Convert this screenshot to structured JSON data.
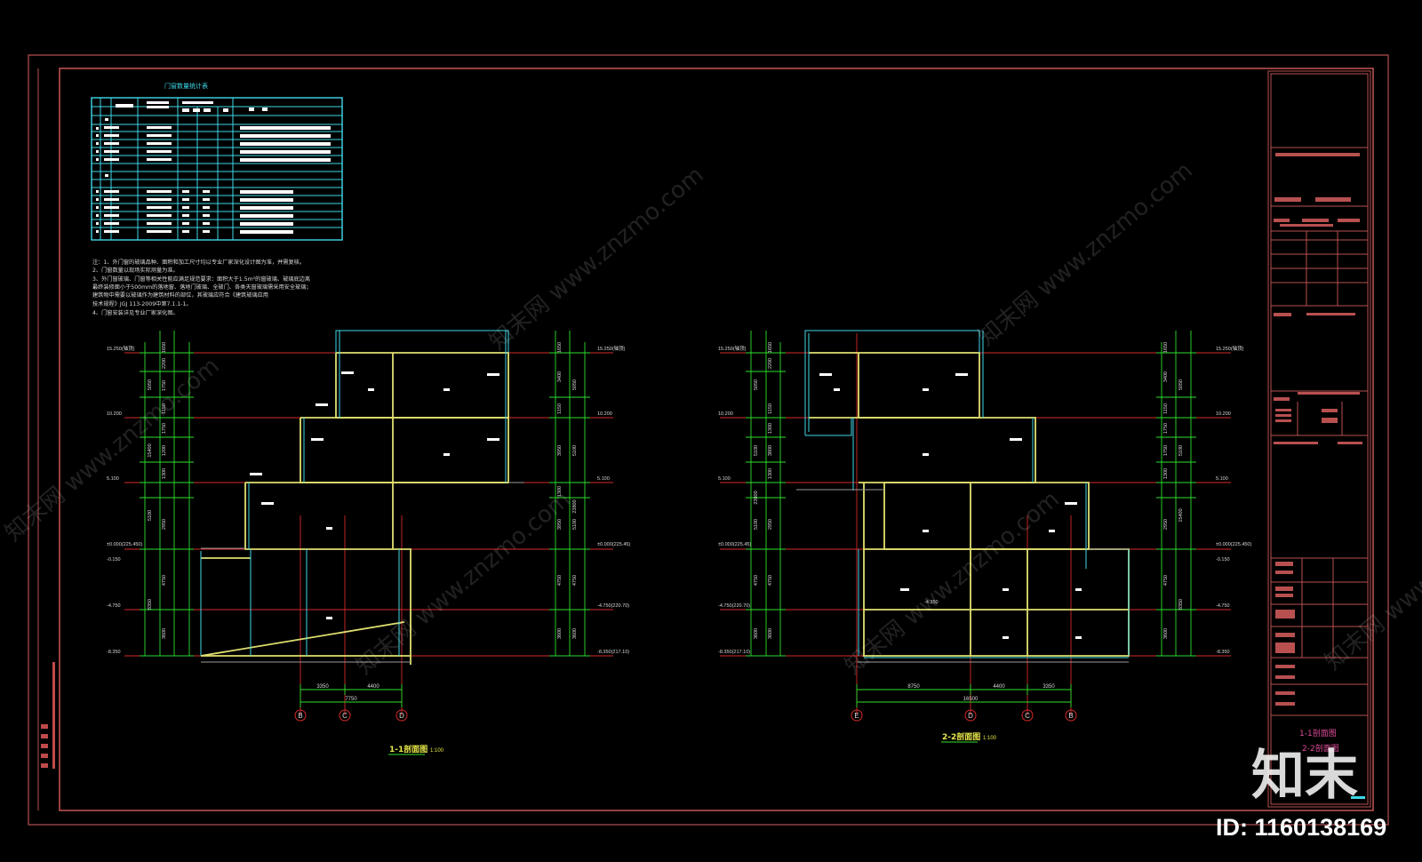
{
  "drawing": {
    "schedule_title": "门窗数量统计表",
    "notes": [
      "注：1、外门窗的玻璃品种、面积和加工尺寸均以专业厂家深化设计图为准，并需复核。",
      "2、门窗数量以现场实际测量为准。",
      "3、外门窗玻璃、门窗等相关性能应满足规范要求：面积大于1.5m²的窗玻璃、玻璃底边离",
      "最终装修面小于500mm的落地窗、落地门玻璃、全玻门、各类天窗玻璃需采用安全玻璃；",
      "建筑物中需要以玻璃作为建筑材料的部位，其玻璃应符合《建筑玻璃应用",
      "技术规程》JGJ 113-2009中第7.1.1-1。",
      "4、门窗安装详见专业厂家深化图。"
    ]
  },
  "section_1": {
    "title": "1-1剖面图",
    "scale": "1:100",
    "axes": [
      "B",
      "C",
      "D"
    ],
    "bottom_dims": [
      "3350",
      "4400"
    ],
    "bottom_total": "7750",
    "left_elevations": [
      "15.250(轴顶)",
      "10.200",
      "5.100",
      "±0.000(225.450)",
      "-0.150",
      "-4.750",
      "-8.350"
    ],
    "right_elevations": [
      "15.250(轴顶)",
      "10.200",
      "5.100",
      "±0.000(225.45)",
      "-4.750(220.70)",
      "-8.350(217.10)"
    ],
    "left_dims_a": [
      "1650",
      "2200",
      "1750",
      "1150",
      "1750",
      "1200",
      "1300",
      "2950",
      "4750",
      "3600"
    ],
    "left_dims_b": [
      "5050",
      "15400",
      "5100",
      "8350"
    ],
    "right_dims_a": [
      "1650",
      "3400",
      "1150",
      "3950",
      "1300",
      "3950",
      "4750",
      "3600"
    ],
    "right_dims_b": [
      "5050",
      "5100",
      "23800",
      "5100",
      "4750",
      "3600"
    ]
  },
  "section_2": {
    "title": "2-2剖面图",
    "scale": "1:100",
    "axes": [
      "E",
      "D",
      "C",
      "B"
    ],
    "bottom_dims": [
      "8750",
      "4400",
      "3350"
    ],
    "bottom_total": "16500",
    "left_elevations": [
      "15.250(轴顶)",
      "10.200",
      "5.100",
      "±0.000(225.45)",
      "-4.750(220.70)",
      "-8.350(217.10)"
    ],
    "right_elevations": [
      "15.250(轴顶)",
      "10.200",
      "5.100",
      "±0.000(225.450)",
      "-0.150",
      "-4.750",
      "-8.350"
    ],
    "level_tag": "-4.350",
    "left_dims_a": [
      "1650",
      "2200",
      "1150",
      "1300",
      "3800",
      "1300",
      "2950",
      "4750",
      "3600"
    ],
    "left_dims_b": [
      "5050",
      "5100",
      "23800",
      "5100",
      "4750",
      "3600"
    ],
    "right_dims_a": [
      "1650",
      "3400",
      "1150",
      "1750",
      "1750",
      "1300",
      "2950",
      "4750",
      "3600"
    ],
    "right_dims_b": [
      "5050",
      "5100",
      "15400",
      "8350"
    ]
  },
  "title_block": {
    "sheet_names": [
      "1-1剖面图",
      "2-2剖面图"
    ]
  },
  "watermark": {
    "site": "知末网 www.znzmo.com",
    "logo": "知末",
    "id_label": "ID: 1160138169"
  },
  "colors": {
    "frame": "#b85050",
    "dim_green": "#2ee02e",
    "axis_red": "#d62a2a",
    "wall_yellow": "#e0e070",
    "glass_cyan": "#3fd8e8",
    "title_text": "#e8e84a"
  }
}
